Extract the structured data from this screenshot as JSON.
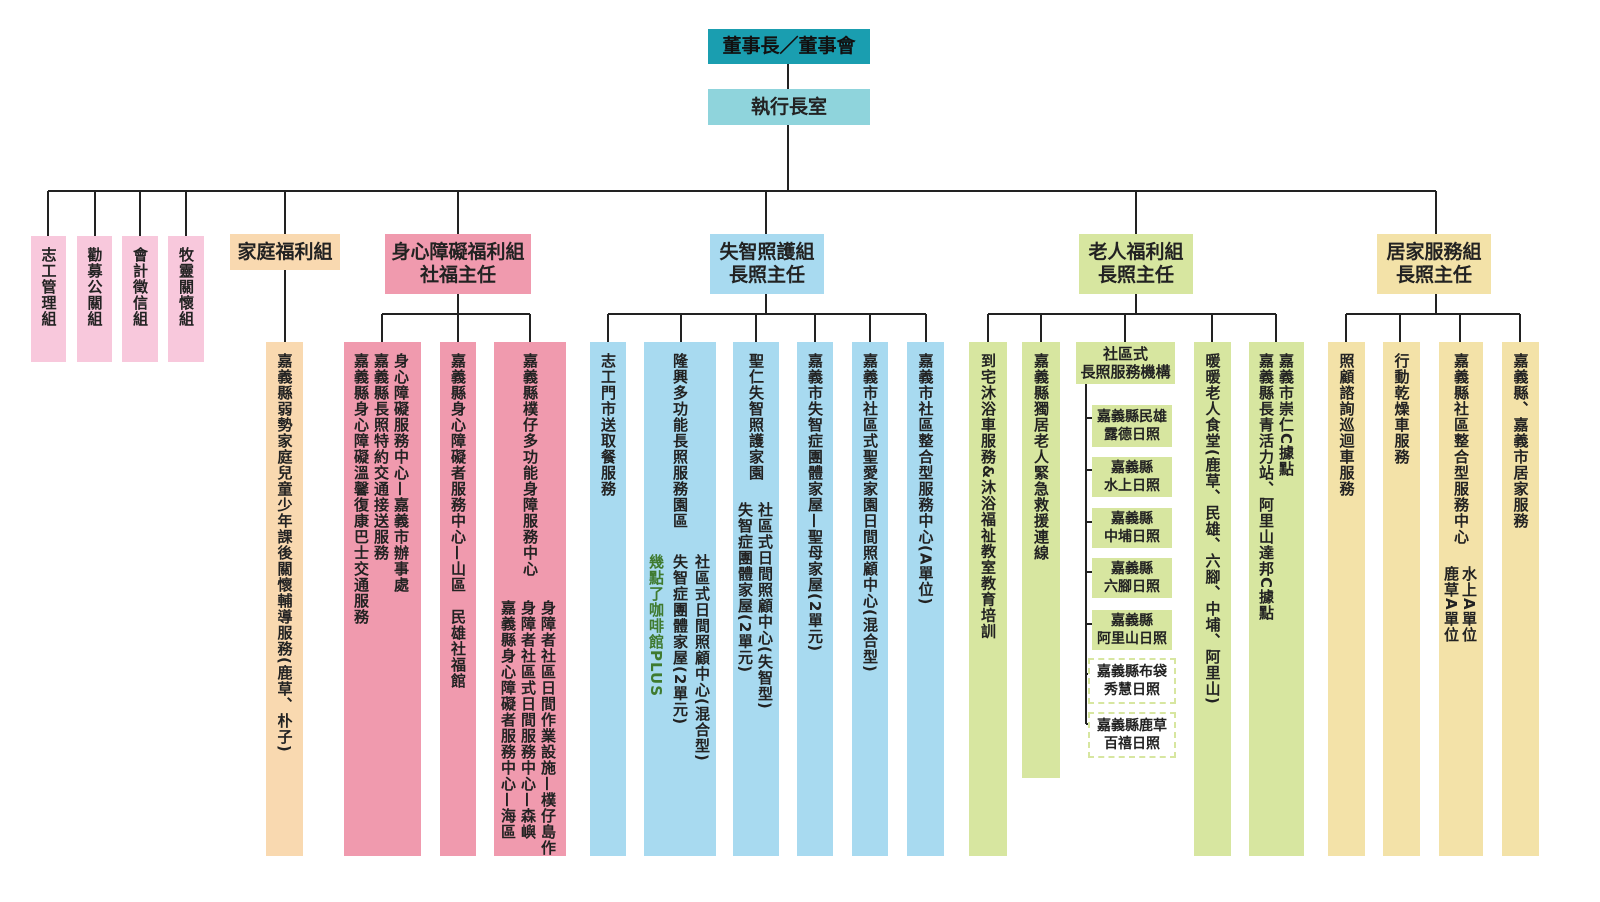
{
  "chairman": "董事長／董事會",
  "ceo": "執行長室",
  "admin_units": [
    "志工管理組",
    "勸募公關組",
    "會計徵信組",
    "牧靈關懷組"
  ],
  "family": {
    "title": "家庭福利組",
    "units": [
      "嘉義縣弱勢家庭兒童少年課後關懷輔導服務(鹿草、朴子)"
    ]
  },
  "disability": {
    "title": "身心障礙福利組\n社福主任",
    "unit1": [
      "身心障礙服務中心—嘉義市辦事處",
      "嘉義縣長照特約交通接送服務",
      "嘉義縣身心障礙溫馨復康巴士交通服務"
    ],
    "unit2": "嘉義縣身心障礙者服務中心—山區　民雄社福館",
    "unit3_head": "嘉義縣樸仔多功能身障服務中心",
    "unit3_sub": [
      "身障者社區日間作業設施—樸仔島作",
      "身障者社區式日間服務中心—森嶼",
      "嘉義縣身心障礙者服務中心—海區"
    ]
  },
  "dementia": {
    "title": "失智照護組\n長照主任",
    "u1": "志工門市送取餐服務",
    "u2_head": "隆興多功能長照服務園區",
    "u2_sub": [
      "社區式日間照顧中心(混合型)",
      "失智症團體家屋(2單元)",
      "幾點了咖啡館PLUS"
    ],
    "u3_head": "聖仁失智照護家園",
    "u3_sub": [
      "社區式日間照顧中心(失智型)",
      "失智症團體家屋(2單元)"
    ],
    "u4": "嘉義市失智症團體家屋—聖母家屋(2單元)",
    "u5": "嘉義市社區式聖愛家園日間照顧中心(混合型)",
    "u6": "嘉義市社區整合型服務中心(A單位)"
  },
  "elderly": {
    "title": "老人福利組\n長照主任",
    "u1": "到宅沐浴車服務&沐浴福祉教室教育培訓",
    "u2": "嘉義縣獨居老人緊急救援連線",
    "u3_head": "社區式\n長照服務機構",
    "u3_items": [
      "嘉義縣民雄\n露德日照",
      "嘉義縣\n水上日照",
      "嘉義縣\n中埔日照",
      "嘉義縣\n六腳日照",
      "嘉義縣\n阿里山日照"
    ],
    "u3_dashed": [
      "嘉義縣布袋\n秀慧日照",
      "嘉義縣鹿草\n百禧日照"
    ],
    "u4": "暖暖老人食堂(鹿草、民雄、六腳、中埔、阿里山)",
    "u5": [
      "嘉義市崇仁C據點",
      "嘉義縣長青活力站、阿里山達邦C據點"
    ]
  },
  "home": {
    "title": "居家服務組\n長照主任",
    "u1": "照顧諮詢巡迴車服務",
    "u2": "行動乾燥車服務",
    "u3_head": "嘉義縣社區整合型服務中心",
    "u3_sub": [
      "水上A單位",
      "鹿草A單位"
    ],
    "u4": "嘉義縣、嘉義市居家服務"
  }
}
